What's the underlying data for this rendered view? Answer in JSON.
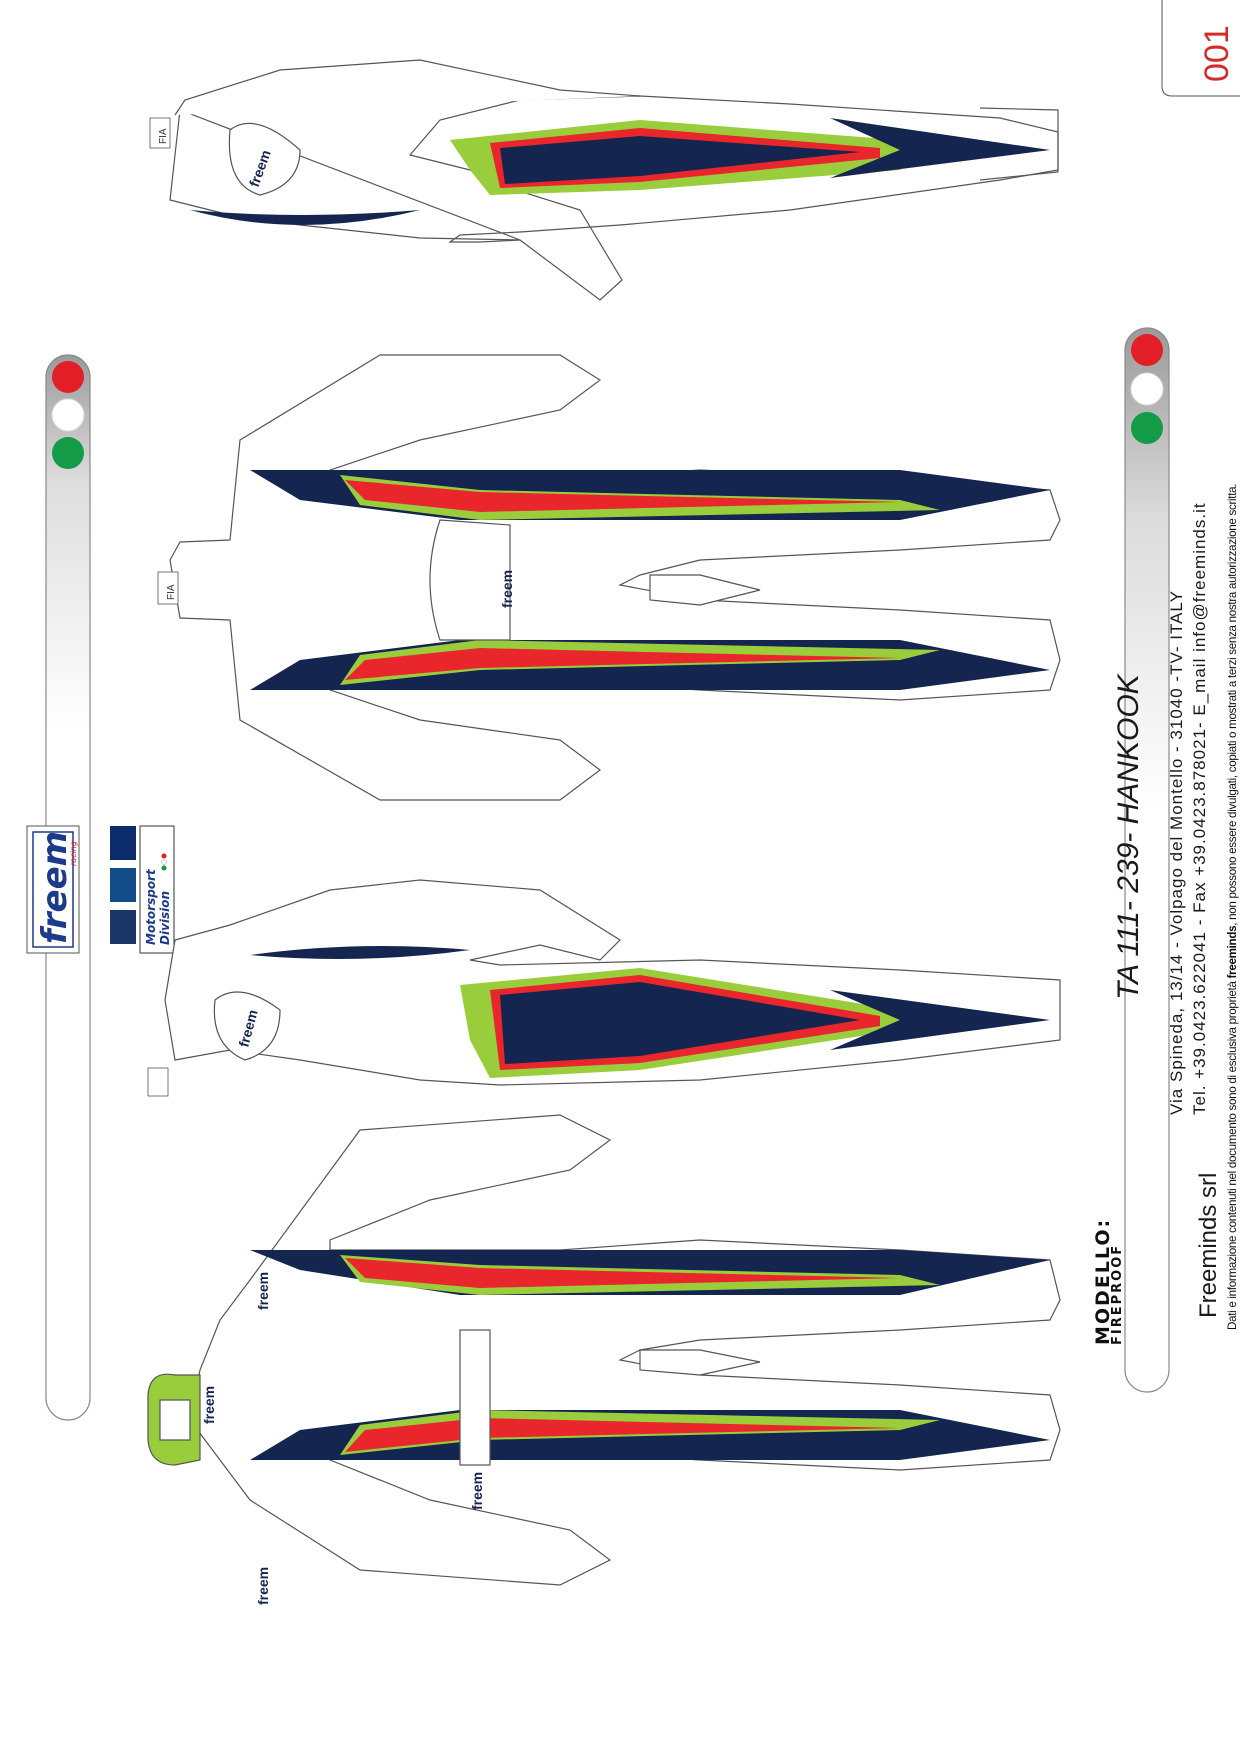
{
  "page_code": "001",
  "model": {
    "label": "MODELLO:",
    "sublabel": "FIREPROOF",
    "title": "TA 111- 239- HANKOOK"
  },
  "company": {
    "name": "Freeminds srl",
    "address": "Via  Spineda,  13/14  -  Volpago  del  Montello  -  31040  -TV-  ITALY",
    "contacts": "Tel. +39.0423.622041 - Fax +39.0423.878021- E_mail  info@freeminds.it",
    "disclaimer_before": "Dati e informazione contenuti nel documento sono di esclusiva proprietà ",
    "disclaimer_brand": "freeminds",
    "disclaimer_after": ", non possono essere divulgati, copiati o mostrati a terzi senza nostra autorizzazione scritta."
  },
  "brand": {
    "logo_text": "freem",
    "logo_sub": "racing",
    "division_line1": "Motorsport",
    "division_line2": "Division",
    "suit_logo_text": "freem",
    "fia_text": "FIA"
  },
  "colors": {
    "navy": "#14254f",
    "red": "#e8262b",
    "lime": "#9acd3c",
    "italy_green": "#139b48",
    "italy_red": "#e31e26",
    "swatch_1": "#0b2b6b",
    "swatch_2": "#124d8a",
    "swatch_3": "#1a3566"
  },
  "icons": {
    "flag_bar": "italy-flag-dots",
    "logo": "freem-logo",
    "fia": "fia-badge"
  }
}
